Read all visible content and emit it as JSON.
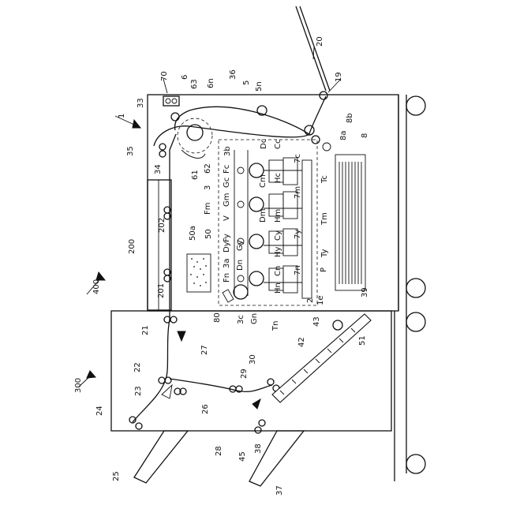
{
  "labels": {
    "l1": "1",
    "l1e": "1e",
    "l2": "2",
    "l3": "3",
    "l3a": "3a",
    "l3b": "3b",
    "l3c": "3c",
    "l5": "5",
    "l5n": "5n",
    "l6": "6",
    "l6n": "6n",
    "l7c": "7c",
    "l7m": "7m",
    "l7y": "7y",
    "l7n": "7n",
    "l8": "8",
    "l8a": "8a",
    "l8b": "8b",
    "l19": "19",
    "l20": "20",
    "l21": "21",
    "l22": "22",
    "l23": "23",
    "l24": "24",
    "l25": "25",
    "l26": "26",
    "l27": "27",
    "l28": "28",
    "l29": "29",
    "l30": "30",
    "l33": "33",
    "l34": "34",
    "l35": "35",
    "l36": "36",
    "l37": "37",
    "l38": "38",
    "l39": "39",
    "l42": "42",
    "l43": "43",
    "l45": "45",
    "l50": "50",
    "l50a": "50a",
    "l51": "51",
    "l61": "61",
    "l62": "62",
    "l63": "63",
    "l70": "70",
    "l80": "80",
    "l200": "200",
    "l201": "201",
    "l202": "202",
    "l300": "300",
    "l400": "400",
    "Dc": "Dc",
    "Cc": "Cc",
    "Hc": "Hc",
    "Tc": "Tc",
    "Gc": "Gc",
    "Fc": "Fc",
    "Cm": "Cm",
    "Hm": "Hm",
    "Tm": "Tm",
    "Gm": "Gm",
    "Fm": "Fm",
    "Dm": "Dm",
    "Cy": "Cy",
    "Hy": "Hy",
    "Ty": "Ty",
    "Gy": "Gy",
    "Fy": "Fy",
    "Dy": "Dy",
    "Cn": "Cn",
    "Hn": "Hn",
    "Tn": "Tn",
    "Gn": "Gn",
    "Fn": "Fn",
    "Dn": "Dn",
    "P": "P",
    "V": "V"
  }
}
